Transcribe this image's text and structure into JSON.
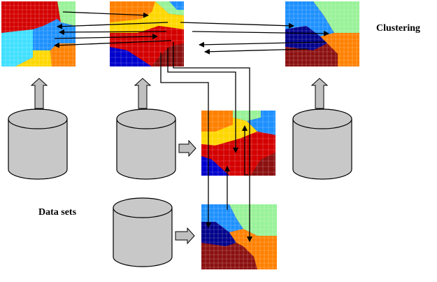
{
  "labels": {
    "clustering": "Clustering",
    "data_sets": "Data sets"
  },
  "palette": {
    "dark_red": "#8b1010",
    "red": "#d40000",
    "orange": "#ff8000",
    "yellow": "#ffd700",
    "light_green": "#98f298",
    "cyan": "#40e0ff",
    "sky_blue": "#1e90ff",
    "blue": "#0000cd",
    "navy": "#00008b",
    "cylinder_fill": "#c8c8c8",
    "cylinder_stroke": "#000000",
    "block_arrow_fill": "#c0c0c0",
    "arrow_color": "#000000"
  },
  "components": {
    "maps": [
      "som-map-left",
      "som-map-top-center",
      "som-map-top-right",
      "som-map-middle",
      "som-map-bottom"
    ],
    "databases": [
      "database-cylinder-left",
      "database-cylinder-center",
      "database-cylinder-bottom",
      "database-cylinder-right"
    ]
  }
}
